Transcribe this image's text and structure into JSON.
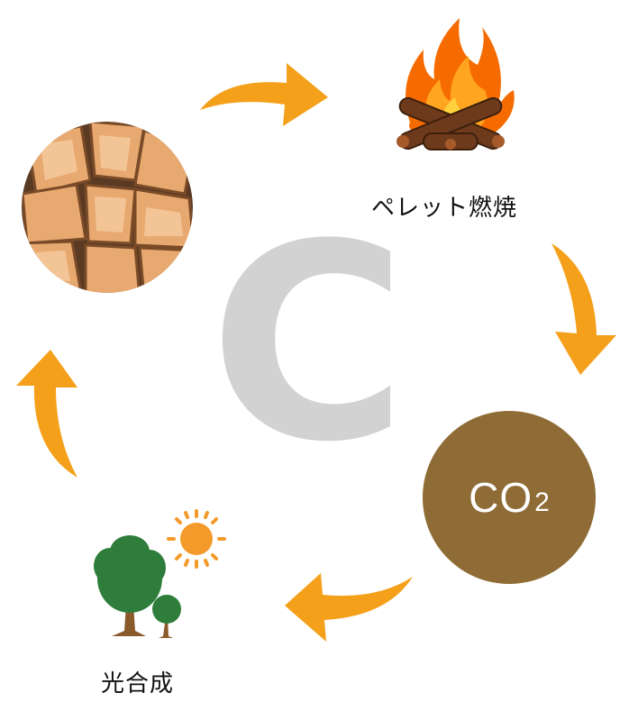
{
  "center": {
    "letter": "C"
  },
  "labels": {
    "combustion": "ペレット燃焼",
    "photosynthesis": "光合成"
  },
  "co2": {
    "main": "CO",
    "sub": "2"
  },
  "colors": {
    "arrow": "#f5a01a",
    "co2_circle": "#8f6b35",
    "center_letter": "#d2d2d2",
    "tree": "#2e7d3a",
    "sun": "#f39a2b"
  },
  "icons": [
    "firewood-icon",
    "campfire-icon",
    "co2-circle",
    "tree-icon",
    "sun-icon",
    "cycle-arrow"
  ]
}
